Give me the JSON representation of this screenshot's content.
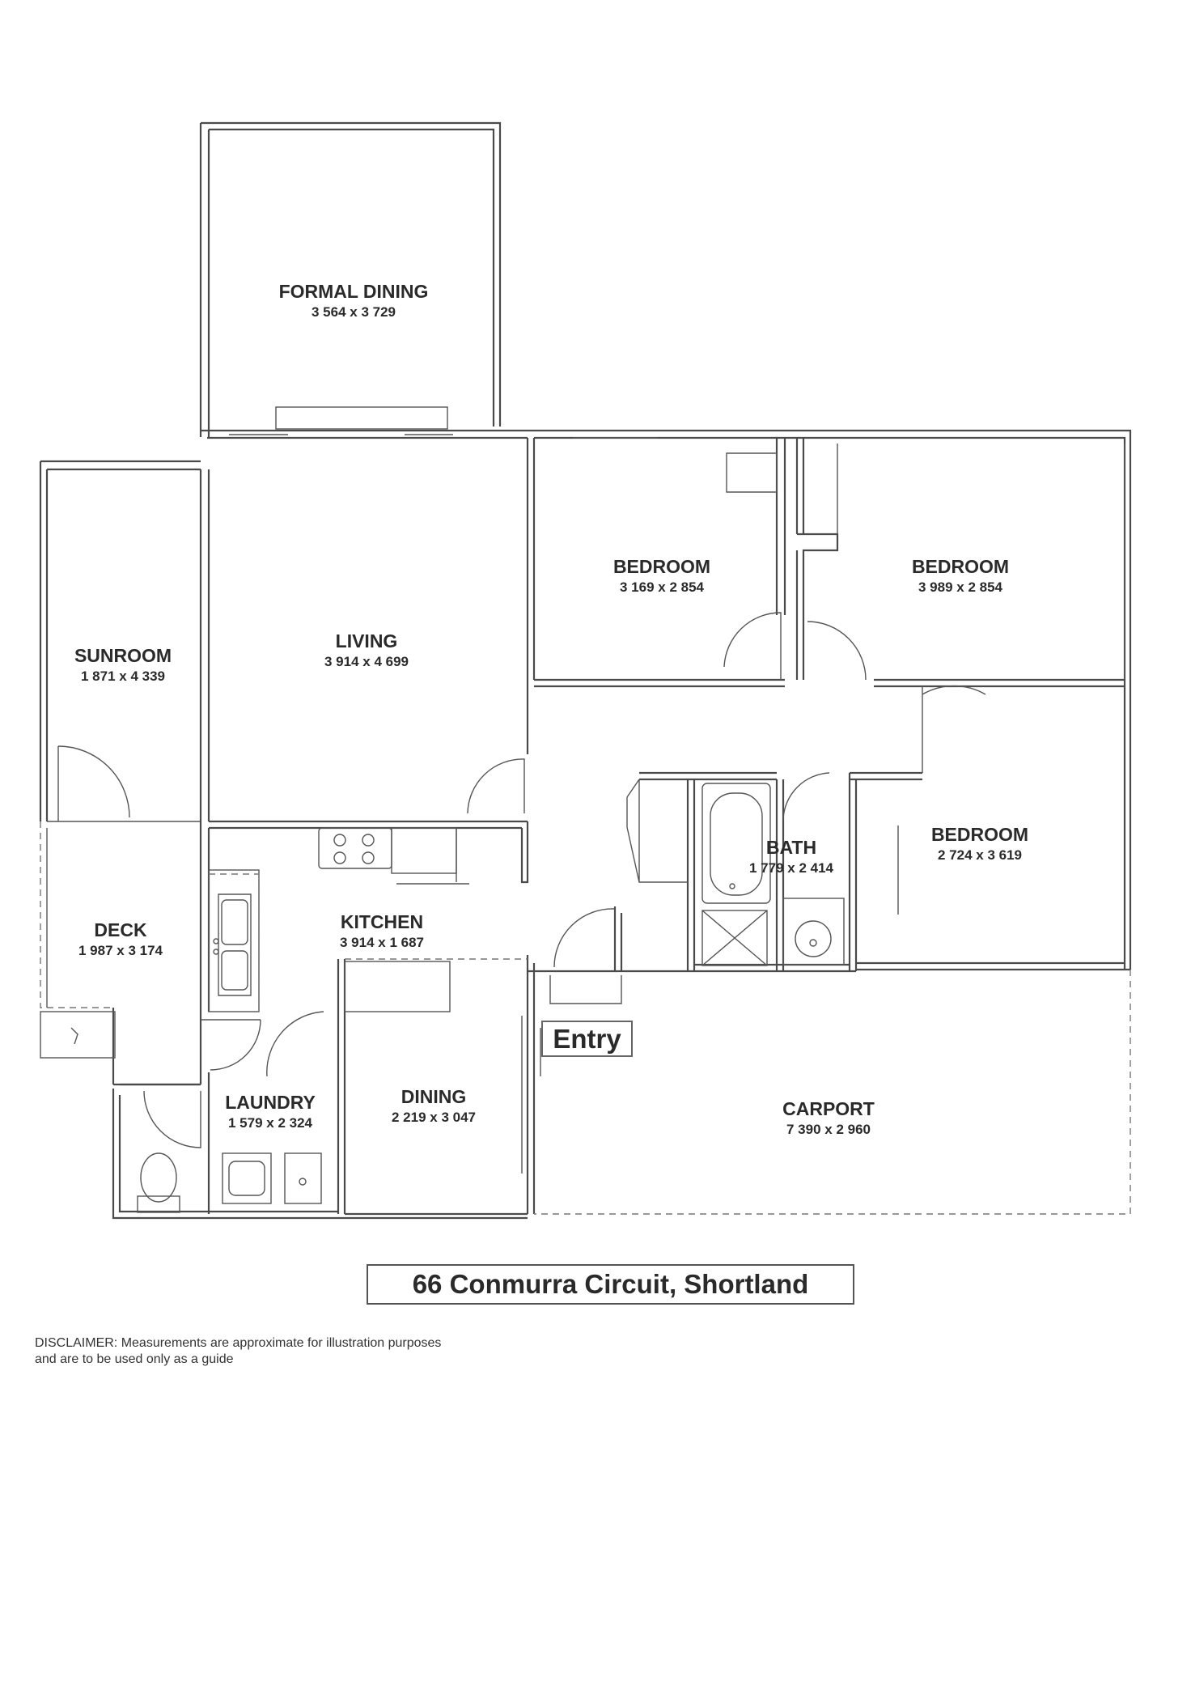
{
  "rooms": {
    "formal_dining": {
      "name": "FORMAL DINING",
      "dims": "3 564 x 3 729"
    },
    "sunroom": {
      "name": "SUNROOM",
      "dims": "1 871 x 4 339"
    },
    "living": {
      "name": "LIVING",
      "dims": "3 914 x 4 699"
    },
    "bedroom1": {
      "name": "BEDROOM",
      "dims": "3 169 x 2 854"
    },
    "bedroom2": {
      "name": "BEDROOM",
      "dims": "3 989 x 2 854"
    },
    "bedroom3": {
      "name": "BEDROOM",
      "dims": "2 724 x 3 619"
    },
    "bath": {
      "name": "BATH",
      "dims": "1 779 x 2 414"
    },
    "kitchen": {
      "name": "KITCHEN",
      "dims": "3 914 x 1 687"
    },
    "deck": {
      "name": "DECK",
      "dims": "1 987 x 3 174"
    },
    "laundry": {
      "name": "LAUNDRY",
      "dims": "1 579 x 2 324"
    },
    "dining": {
      "name": "DINING",
      "dims": "2 219 x 3 047"
    },
    "carport": {
      "name": "CARPORT",
      "dims": "7 390 x 2 960"
    }
  },
  "entry_label": "Entry",
  "address": "66 Conmurra Circuit, Shortland",
  "disclaimer": "DISCLAIMER: Measurements are approximate for illustration purposes and are to be used only as a guide"
}
